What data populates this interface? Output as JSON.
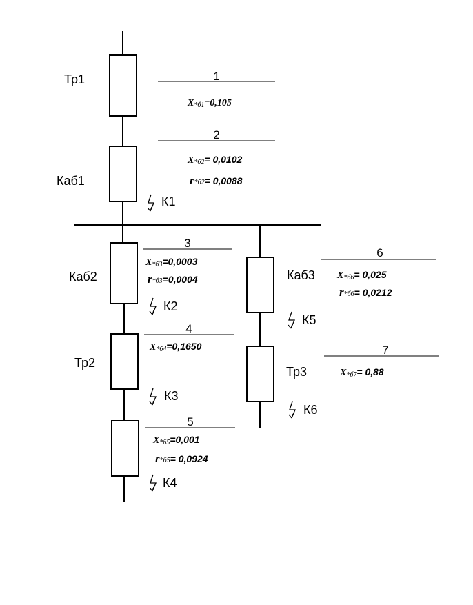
{
  "elements": [
    {
      "id": "tr1",
      "name": "Тр1"
    },
    {
      "id": "kab1",
      "name": "Каб1"
    },
    {
      "id": "kab2",
      "name": "Каб2"
    },
    {
      "id": "tr2",
      "name": "Тр2"
    },
    {
      "id": "kab3",
      "name": "Каб3"
    },
    {
      "id": "tr3",
      "name": "Тр3"
    }
  ],
  "params": [
    {
      "num": "1",
      "x": {
        "sym": "X",
        "sub": "*б1",
        "value": "=0,105"
      }
    },
    {
      "num": "2",
      "x": {
        "sym": "X",
        "sub": "*б2",
        "value": "= 0,0102"
      },
      "r": {
        "sym": "r",
        "sub": "*б2",
        "value": "= 0,0088"
      }
    },
    {
      "num": "3",
      "x": {
        "sym": "X",
        "sub": "*б3",
        "value": "=0,0003"
      },
      "r": {
        "sym": "r",
        "sub": "*б3",
        "value": "=0,0004"
      }
    },
    {
      "num": "4",
      "x": {
        "sym": "X",
        "sub": "*б4",
        "value": "=0,1650"
      }
    },
    {
      "num": "5",
      "x": {
        "sym": "X",
        "sub": "*б5",
        "value": "=0,001"
      },
      "r": {
        "sym": "r",
        "sub": "*б5",
        "value": "= 0,0924"
      }
    },
    {
      "num": "6",
      "x": {
        "sym": "X",
        "sub": "*б6",
        "value": "= 0,025"
      },
      "r": {
        "sym": "r",
        "sub": "*б6",
        "value": "= 0,0212"
      }
    },
    {
      "num": "7",
      "x": {
        "sym": "X",
        "sub": "*б7",
        "value": "= 0,88"
      }
    }
  ],
  "faults": [
    "К1",
    "К2",
    "К3",
    "К4",
    "К5",
    "К6"
  ]
}
